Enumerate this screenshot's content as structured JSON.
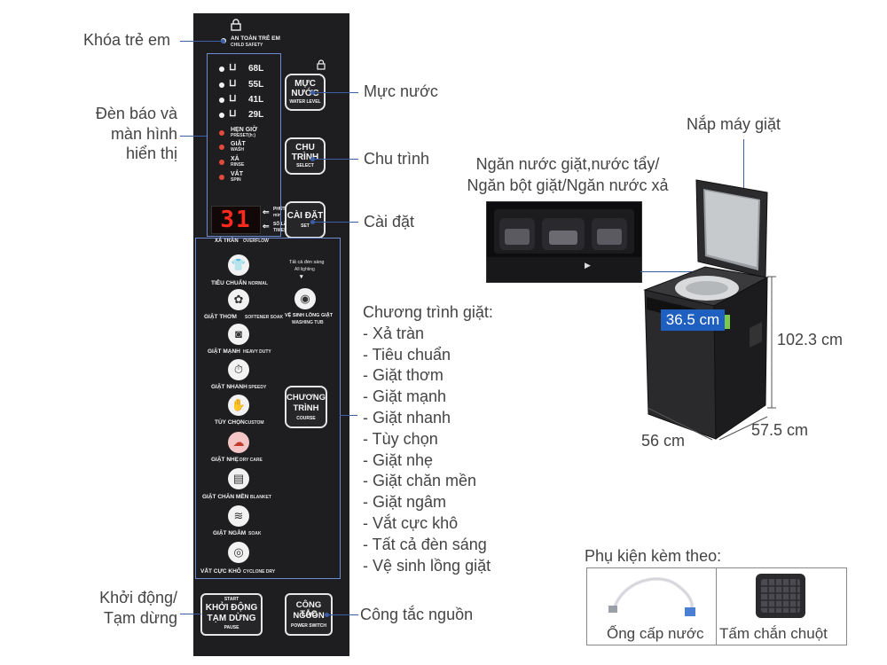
{
  "labels": {
    "child_lock": "Khóa trẻ em",
    "display_1": "Đèn báo và",
    "display_2": "màn hình",
    "display_3": "hiển thị",
    "water_level": "Mực nước",
    "cycle": "Chu trình",
    "settings": "Cài đặt",
    "start_1": "Khởi động/",
    "start_2": "Tạm dừng",
    "power": "Công tắc nguồn",
    "lid": "Nắp máy giặt",
    "drawer_1": "Ngăn nước giặt,nước tẩy/",
    "drawer_2": "Ngăn bột giặt/Ngăn nước xả"
  },
  "programs_heading": "Chương trình giặt:",
  "programs_list": [
    "- Xả tràn",
    "- Tiêu chuẩn",
    "- Giặt thơm",
    "- Giặt mạnh",
    "- Giặt nhanh",
    "- Tùy chọn",
    "- Giặt nhẹ",
    "- Giặt chăn mền",
    "- Giặt ngâm",
    "- Vắt cực khô",
    "- Tất cả đèn sáng",
    "- Vệ sinh lồng giặt"
  ],
  "dimensions": {
    "height": "102.3 cm",
    "width": "56 cm",
    "depth": "57.5 cm",
    "opening": "36.5 cm"
  },
  "accessories": {
    "heading": "Phụ kiện kèm theo:",
    "item1": "Ống cấp nước",
    "item2": "Tấm chắn chuột"
  },
  "panel": {
    "child_lock_vi": "AN TOÀN TRẺ EM",
    "child_lock_en": "CHILD SAFETY",
    "water_levels": [
      "68L",
      "55L",
      "41L",
      "29L"
    ],
    "timer_vi": "HẸN GIỜ",
    "timer_en": "PRESET(h:)",
    "wash_vi": "GIẶT",
    "wash_en": "WASH",
    "rinse_vi": "XẢ",
    "rinse_en": "RINSE",
    "spin_vi": "VẮT",
    "spin_en": "SPIN",
    "display_value": "31",
    "minutes_vi": "PHÚT",
    "minutes_en": "min",
    "times_vi": "SỐ LẦN",
    "times_en": "TIMES",
    "overflow_vi": "XẢ TRÀN",
    "overflow_en": "OVERFLOW",
    "btn_water_1": "MỰC",
    "btn_water_2": "NƯỚC",
    "btn_water_3": "WATER LEVEL",
    "btn_cycle_1": "CHU",
    "btn_cycle_2": "TRÌNH",
    "btn_cycle_3": "SELECT",
    "btn_set_1": "CÀI ĐẶT",
    "btn_set_2": "SET",
    "btn_course_1": "CHƯƠNG",
    "btn_course_2": "TRÌNH",
    "btn_course_3": "COURSE",
    "btn_start_0": "START",
    "btn_start_1": "KHỞI ĐỘNG",
    "btn_start_2": "TẠM DỪNG",
    "btn_start_3": "PAUSE",
    "btn_power_1": "CÔNG TẮC",
    "btn_power_2": "NGUỒN",
    "btn_power_3": "POWER SWITCH",
    "all_light_vi": "Tất cả đèn sáng",
    "all_light_en": "All lighting",
    "tub_clean_vi": "VỆ SINH LỒNG GIẶT",
    "tub_clean_en": "WASHING TUB",
    "prog_normal": "TIÊU CHUẨN",
    "prog_normal_en": "NORMAL",
    "prog_softener": "GIẶT THƠM",
    "prog_softener_en": "SOFTENER SOAK",
    "prog_heavy": "GIẶT MẠNH",
    "prog_heavy_en": "HEAVY DUTY",
    "prog_speedy": "GIẶT NHANH",
    "prog_speedy_en": "SPEEDY",
    "prog_custom": "TÙY CHỌN",
    "prog_custom_en": "CUSTOM",
    "prog_dry": "GIẶT NHẸ",
    "prog_dry_en": "DRY CARE",
    "prog_blanket": "GIẶT CHĂN MỀN",
    "prog_blanket_en": "BLANKET",
    "prog_soak": "GIẶT NGÂM",
    "prog_soak_en": "SOAK",
    "prog_cyclone": "VẮT CỰC KHÔ",
    "prog_cyclone_en": "CYCLONE DRY"
  },
  "colors": {
    "panel_bg": "#1e1e20",
    "callout_line": "#3b5ea8",
    "frame": "#6d8bd0",
    "led_red": "#e24a3a",
    "segment_red": "#ff2a1e",
    "badge_blue": "#1f5fbf"
  }
}
